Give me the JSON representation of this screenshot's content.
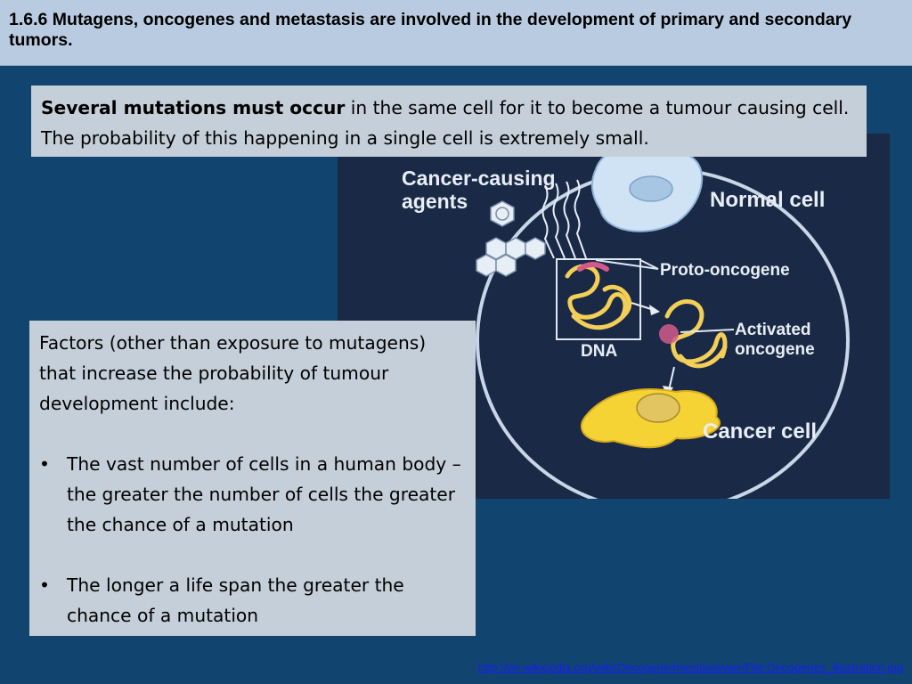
{
  "title": "1.6.6 Mutagens, oncogenes and metastasis are involved in the development of primary and secondary tumors.",
  "intro": {
    "bold": "Several mutations must occur",
    "rest": " in the same cell for it to become a tumour causing cell. The probability of this happening in a single cell is extremely small."
  },
  "factors": {
    "heading": "Factors (other than exposure to mutagens) that increase the probability of tumour development include:",
    "bullet_char": "•",
    "items": [
      "The vast number of cells in a human body – the greater the number of cells the greater the chance of a mutation",
      "The longer a life span the greater the chance of a mutation"
    ]
  },
  "illustration": {
    "labels": {
      "agents_line1": "Cancer-causing",
      "agents_line2": "agents",
      "normal_cell": "Normal cell",
      "proto_oncogene": "Proto-oncogene",
      "activated_line1": "Activated",
      "activated_line2": "oncogene",
      "dna": "DNA",
      "cancer_cell": "Cancer cell"
    },
    "colors": {
      "background": "#1a2945",
      "circle": "#c9d6e8",
      "normal_cell": "#cfe3f5",
      "dna": "#f2cf57",
      "cancer_cell": "#f5d335",
      "highlight": "#d25a8c"
    }
  },
  "source_link": "http://en.wikipedia.org/wiki/Oncogene#mediaviewer/File:Oncogenes_illustration.jpg",
  "colors": {
    "background": "#11456f",
    "title_bar": "#b9cbe0",
    "text_box": "#c5cfd9",
    "link": "#1a1aff"
  }
}
